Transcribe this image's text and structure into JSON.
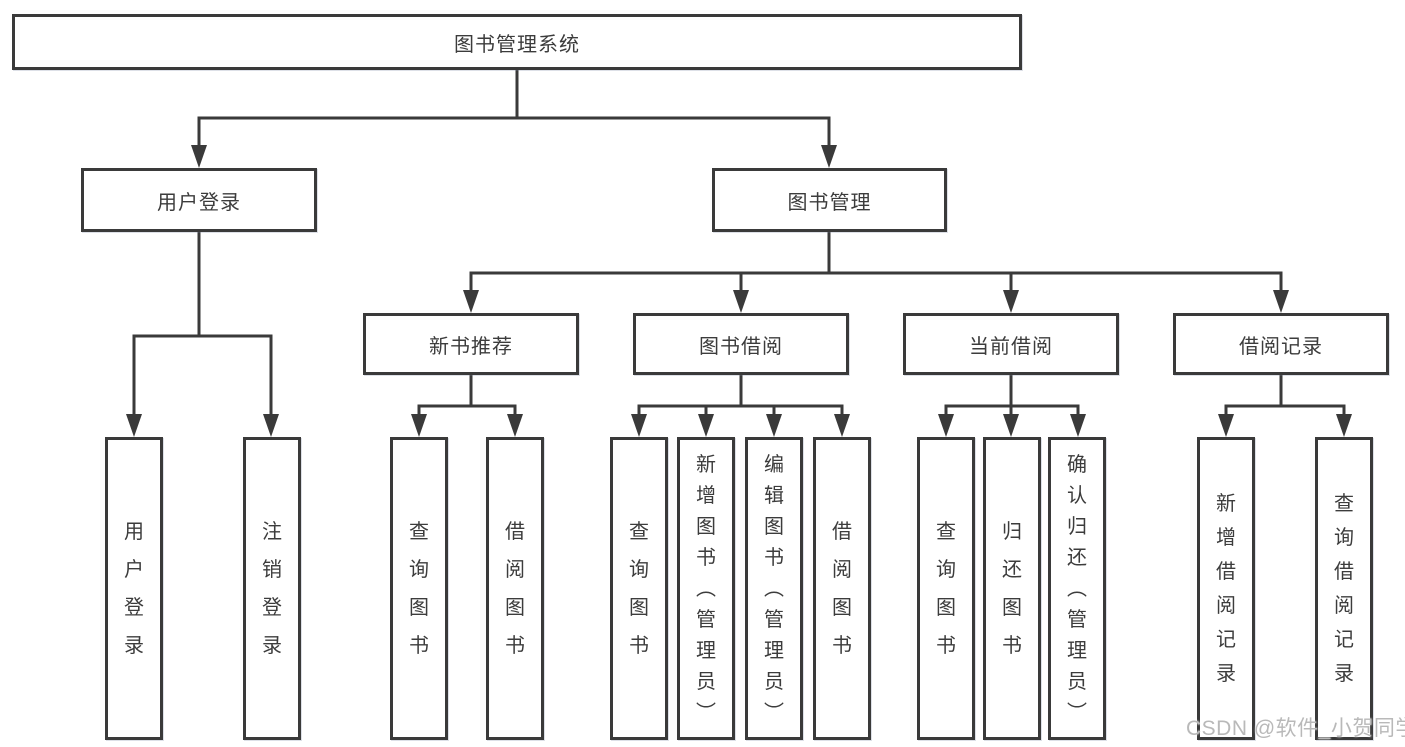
{
  "diagram": {
    "root": "图书管理系统",
    "branches": [
      {
        "label": "用户登录",
        "children": [
          {
            "label": "用户登录"
          },
          {
            "label": "注销登录"
          }
        ]
      },
      {
        "label": "图书管理",
        "sections": [
          {
            "label": "新书推荐",
            "children": [
              {
                "label": "查询图书"
              },
              {
                "label": "借阅图书"
              }
            ]
          },
          {
            "label": "图书借阅",
            "children": [
              {
                "label": "查询图书"
              },
              {
                "label": "新增图书（管理员）"
              },
              {
                "label": "编辑图书（管理员）"
              },
              {
                "label": "借阅图书"
              }
            ]
          },
          {
            "label": "当前借阅",
            "children": [
              {
                "label": "查询图书"
              },
              {
                "label": "归还图书"
              },
              {
                "label": "确认归还（管理员）"
              }
            ]
          },
          {
            "label": "借阅记录",
            "children": [
              {
                "label": "新增借阅记录"
              },
              {
                "label": "查询借阅记录"
              }
            ]
          }
        ]
      }
    ]
  },
  "watermark": "CSDN @软件_小贺同学",
  "colors": {
    "line": "#3a3a3a",
    "text": "#3c3c3c",
    "background": "#ffffff",
    "watermark": "#b9b9b9"
  }
}
